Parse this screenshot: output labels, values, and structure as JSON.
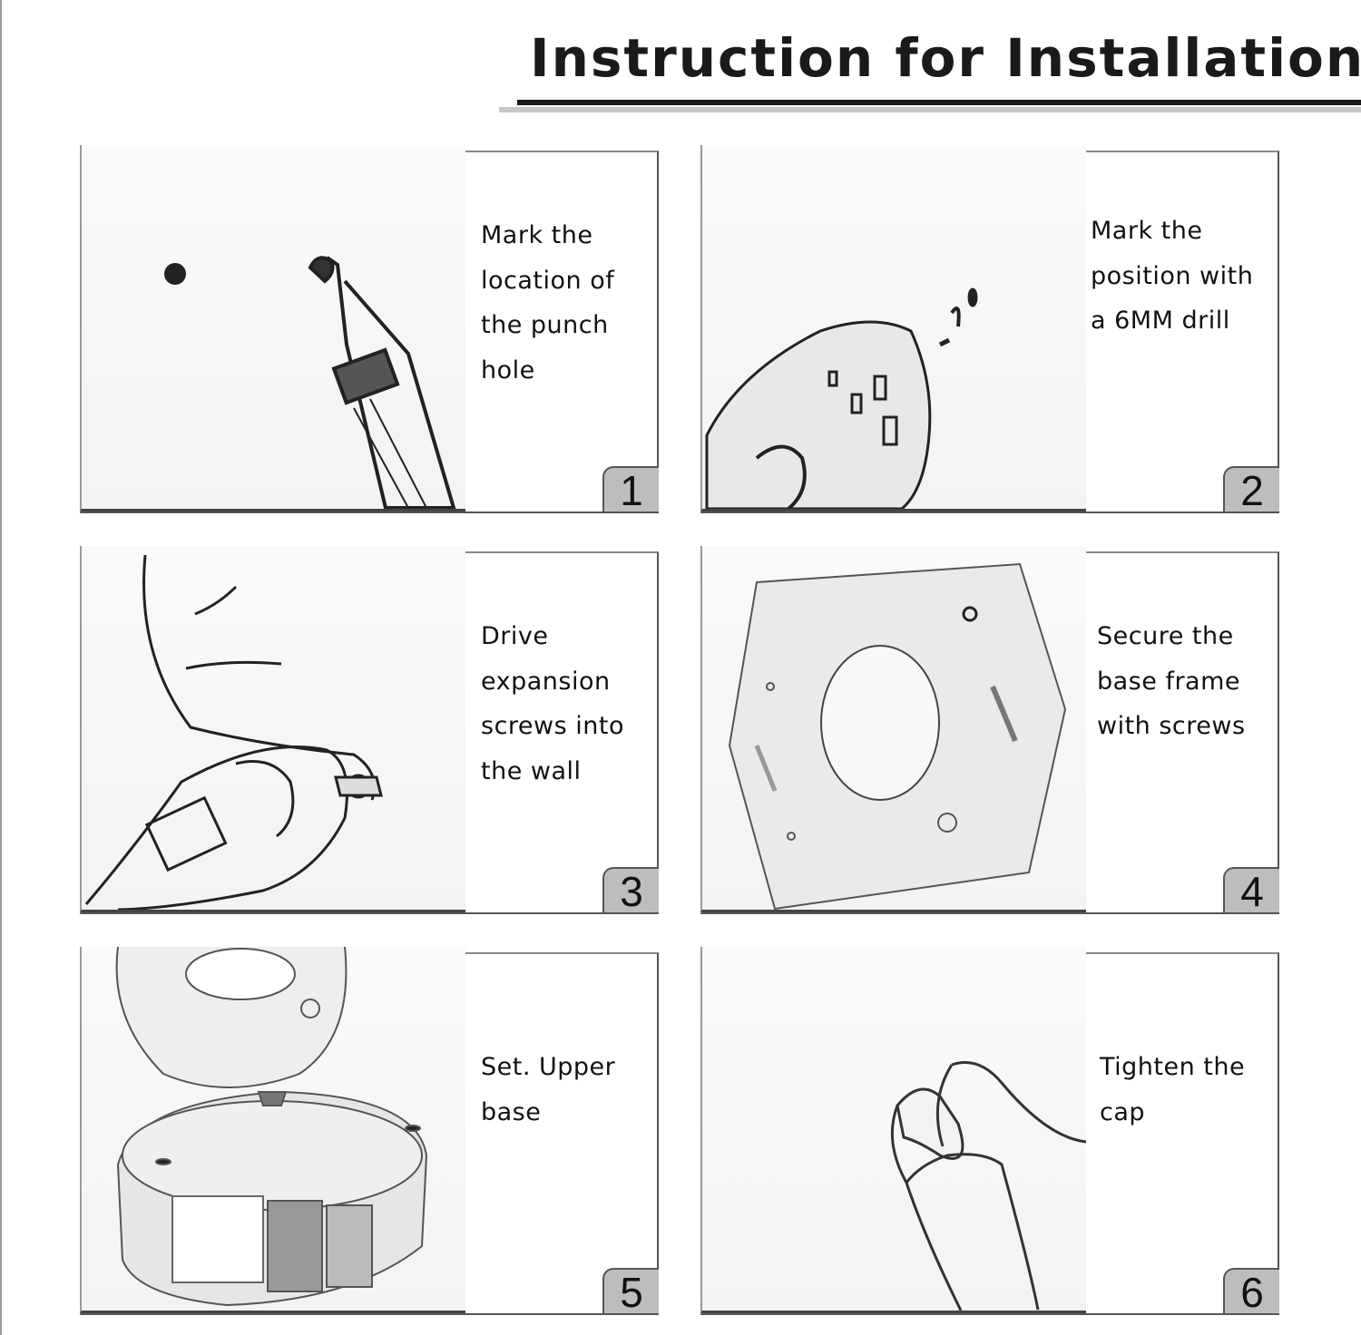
{
  "title": "Instruction for Installation",
  "steps": [
    {
      "number": "1",
      "text": "Mark the location of the punch hole",
      "icon": "marker-pen-icon"
    },
    {
      "number": "2",
      "text": "Mark the position with a 6MM drill",
      "icon": "drill-icon"
    },
    {
      "number": "3",
      "text": "Drive expansion screws into the wall",
      "icon": "hand-screw-icon"
    },
    {
      "number": "4",
      "text": "Secure the base frame with screws",
      "icon": "base-frame-icon"
    },
    {
      "number": "5",
      "text": "Set. Upper base",
      "icon": "upper-base-icon"
    },
    {
      "number": "6",
      "text": "Tighten the cap",
      "icon": "hand-cap-icon"
    }
  ]
}
